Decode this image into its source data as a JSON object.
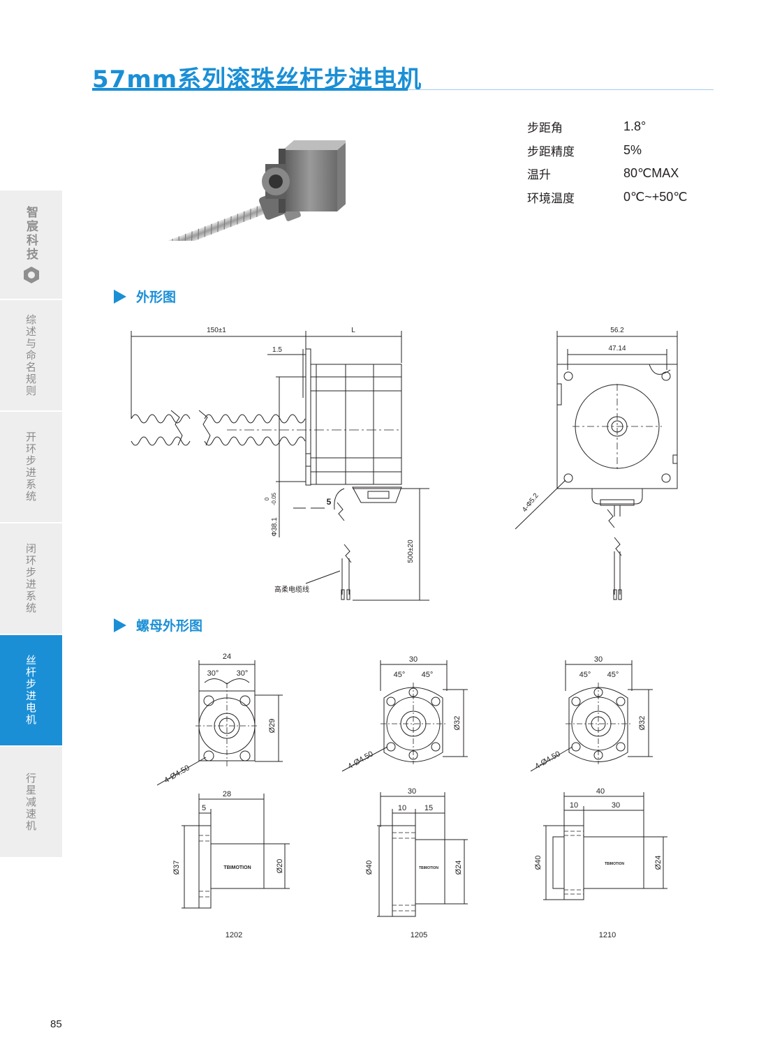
{
  "title": "57mm系列滚珠丝杆步进电机",
  "specs": [
    {
      "key": "步距角",
      "value": "1.8°"
    },
    {
      "key": "步距精度",
      "value": "5%"
    },
    {
      "key": "温升",
      "value": "80℃MAX"
    },
    {
      "key": "环境温度",
      "value": "0℃~+50℃"
    }
  ],
  "sections": {
    "outline": "外形图",
    "nut_outline": "螺母外形图"
  },
  "sidebar": {
    "brand": "智宸科技",
    "items": [
      "综述与命名规则",
      "开环步进系统",
      "闭环步进系统",
      "丝杆步进电机",
      "行星减速机"
    ],
    "active_index": 3
  },
  "motor_drawing": {
    "dim_screw_length": "150±1",
    "dim_motor_length": "L",
    "dim_flange": "1.5",
    "dim_boss": "5",
    "dim_boss_dia": "Φ38.1",
    "dim_boss_tol_upper": "0",
    "dim_boss_tol_lower": "-0.05",
    "dim_cable_length": "500±20",
    "cable_label": "高柔电缆线",
    "dim_width": "56.2",
    "dim_hole_pitch": "47.14",
    "dim_holes": "4-Φ5.2"
  },
  "nuts": [
    {
      "model": "1202",
      "top_width": "24",
      "angle_left": "30°",
      "angle_right": "30°",
      "holes": "4-Ø4.50",
      "height_dim": "Ø29",
      "side_length": "28",
      "flange_thk": "5",
      "flange_dia": "Ø37",
      "body_dia": "Ø20"
    },
    {
      "model": "1205",
      "top_width": "30",
      "angle_left": "45°",
      "angle_right": "45°",
      "holes": "4-Ø4.50",
      "height_dim": "Ø32",
      "side_length": "30",
      "flange_thk": "10",
      "body_len": "15",
      "flange_dia": "Ø40",
      "body_dia": "Ø24"
    },
    {
      "model": "1210",
      "top_width": "30",
      "angle_left": "45°",
      "angle_right": "45°",
      "holes": "4-Ø4.50",
      "height_dim": "Ø32",
      "side_length": "40",
      "flange_thk": "10",
      "body_len": "30",
      "flange_dia": "Ø40",
      "body_dia": "Ø24"
    }
  ],
  "nut_brand": "TBIMOTION",
  "page_number": "85"
}
